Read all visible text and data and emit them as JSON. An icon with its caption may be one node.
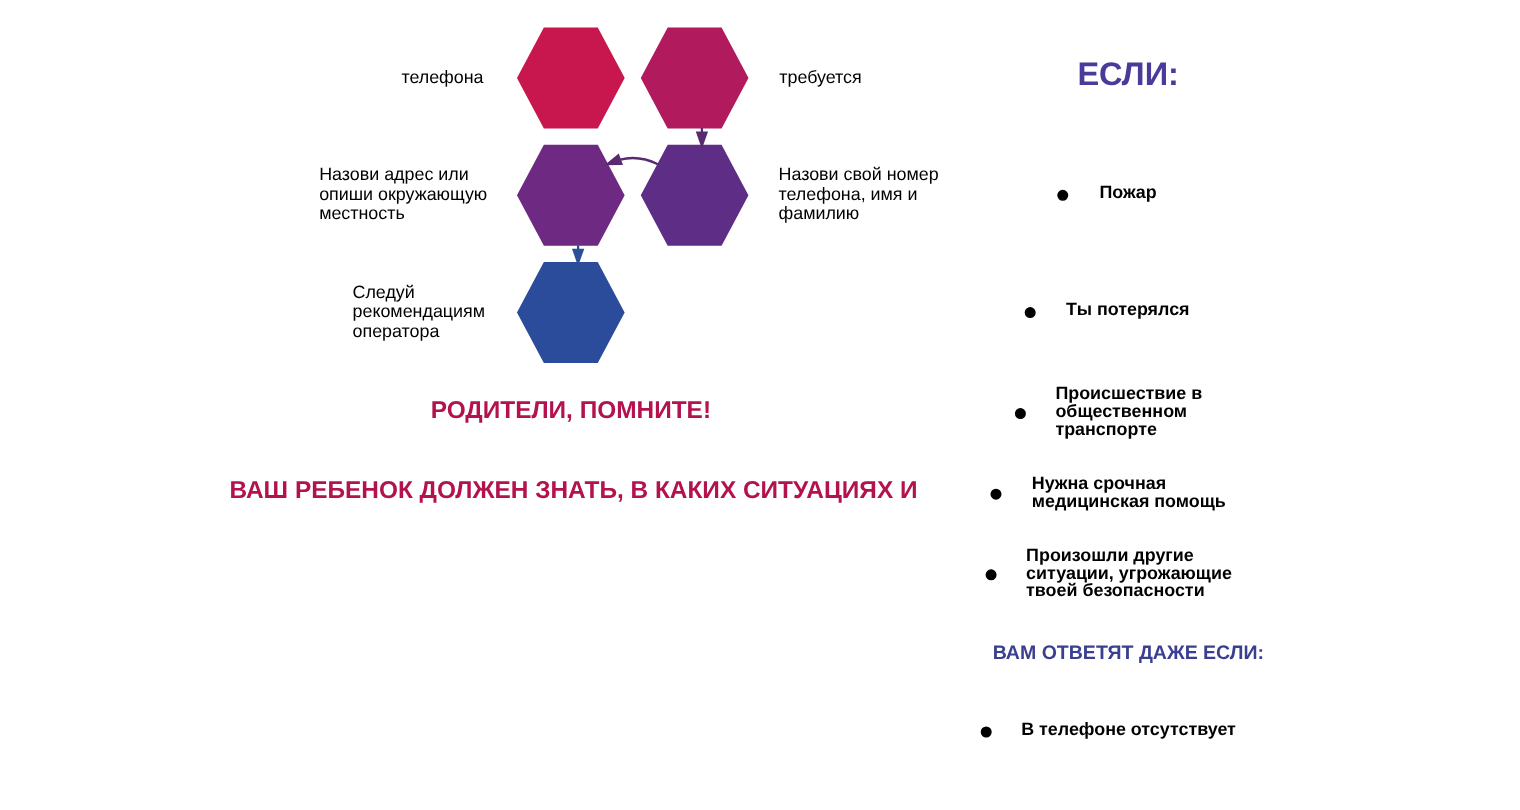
{
  "diagram": {
    "nodes": [
      {
        "text": [],
        "shape": "hexagon",
        "beside": [
          "телефона"
        ]
      },
      {
        "text": [],
        "shape": "hexagon",
        "beside": [
          "требуется"
        ]
      },
      {
        "text": [],
        "shape": "hexagon",
        "beside": [
          "Назови свой номер телефона, имя и фамилию"
        ]
      },
      {
        "text": [],
        "shape": "hexagon",
        "beside": [
          "Назови адрес или опиши окружающую местность"
        ]
      },
      {
        "text": [],
        "shape": "hexagon",
        "beside": [
          "Следуй рекомендациям оператора"
        ]
      }
    ],
    "edges": [
      {
        "from": 1,
        "to": 2,
        "arrow": "to"
      },
      {
        "from": 2,
        "to": 3,
        "arrow": "to"
      },
      {
        "from": 3,
        "to": 4,
        "arrow": "to",
        "color": "#2c4f9a"
      }
    ],
    "labels": [
      "ЕСЛИ:",
      "Пожар",
      "Ты потерялся",
      "Происшествие в общественном транспорте",
      "Нужна срочная медицинская помощь",
      "Произошли другие ситуации, угрожающие твоей безопасности",
      "ВАМ ОТВЕТЯТ ДАЖЕ ЕСЛИ:",
      "В телефоне отсутствует",
      "РОДИТЕЛИ, ПОМНИТЕ!",
      "ВАШ РЕБЕНОК ДОЛЖЕН ЗНАТЬ, В КАКИХ СИТУАЦИЯХ И"
    ]
  }
}
